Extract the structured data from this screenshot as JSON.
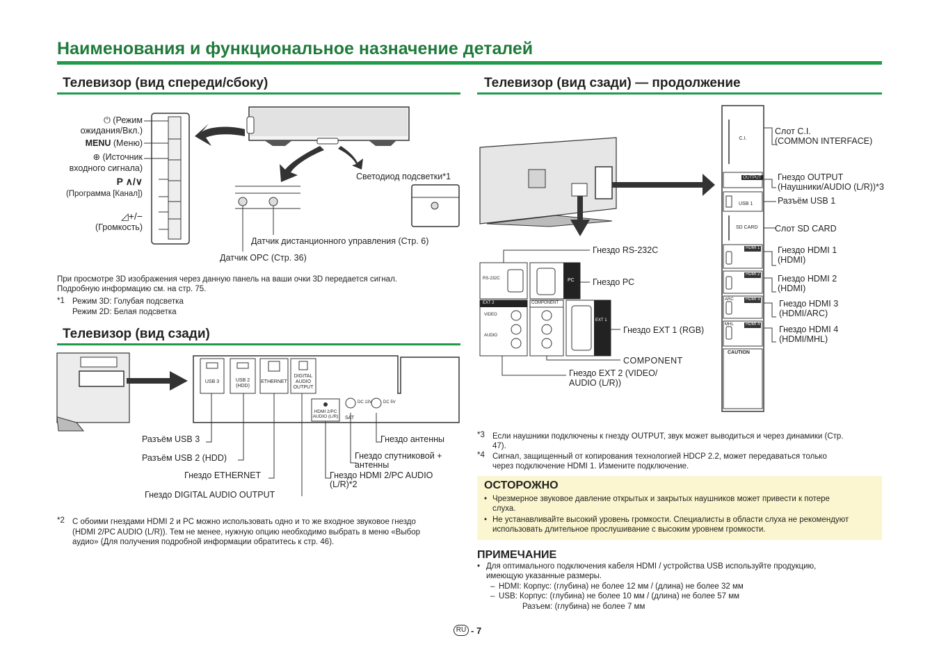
{
  "header": {
    "title": "Наименования и функциональное назначение деталей"
  },
  "front_side": {
    "title": "Телевизор (вид спереди/сбоку)",
    "power": "⏻ (Режим ожидания/Вкл.)",
    "power_line1": "⏻ (Режим",
    "power_line2": "ожидания/Вкл.)",
    "menu_bold": "MENU",
    "menu_rest": "(Меню)",
    "input_line1": "⊕ (Источник",
    "input_line2": "входного сигнала)",
    "prog_line1": "P ∧/∨",
    "prog_line2": "(Программа [Канал])",
    "vol_line1": "◿+/−",
    "vol_line2": "(Громкость)",
    "led_label": "Светодиод подсветки*1",
    "remote_sensor": "Датчик дистанционного управления (Стр. 6)",
    "opc_sensor": "Датчик OPC (Стр. 36)",
    "info_3d": "При просмотре 3D изображения через данную панель на ваши очки 3D передается сигнал. Подробную информацию см. на стр. 75.",
    "info_3d_l1": "При просмотре 3D изображения через данную панель на ваши очки 3D передается сигнал.",
    "info_3d_l2": "Подробную информацию см. на стр. 75.",
    "fn1_mark": "*1",
    "fn1_l1": "Режим 3D: Голубая подсветка",
    "fn1_l2": "Режим 2D: Белая подсветка"
  },
  "rear": {
    "title": "Телевизор (вид сзади)",
    "usb3": "Разъём USB 3",
    "usb2": "Разъём USB 2 (HDD)",
    "ethernet": "Гнездо ETHERNET",
    "digital_audio": "Гнездо DIGITAL AUDIO OUTPUT",
    "antenna": "Гнездо антенны",
    "sat_l1": "Гнездо спутниковой +",
    "sat_l2": "антенны",
    "hdmi2pc_l1": "Гнездо HDMI 2/PC AUDIO",
    "hdmi2pc_l2": "(L/R)*2",
    "panel_usb3": "USB 3",
    "panel_usb2_l1": "USB 2",
    "panel_usb2_l2": "(HDD)",
    "panel_eth": "ETHERNET",
    "panel_dig_l1": "DIGITAL",
    "panel_dig_l2": "AUDIO",
    "panel_dig_l3": "OUTPUT",
    "panel_hdmipc_l1": "HDMI 2/PC",
    "panel_hdmipc_l2": "AUDIO (L/R)",
    "panel_sat": "SAT",
    "panel_dc1": "DC 13V",
    "panel_dc2": "DC 5V",
    "fn2_mark": "*2",
    "fn2_l1": "С обоими гнездами HDMI 2 и PC можно использовать одно и то же входное звуковое гнездо",
    "fn2_l2": "(HDMI 2/PC AUDIO (L/R)). Тем не менее, нужную опцию необходимо выбрать в меню «Выбор",
    "fn2_l3": "аудио» (Для получения подробной информации обратитесь к стр. 46)."
  },
  "rear_cont": {
    "title": "Телевизор (вид сзади) — продолжение",
    "ci_l1": "Слот C.I.",
    "ci_l2": "(COMMON INTERFACE)",
    "output_l1": "Гнездо OUTPUT",
    "output_l2": "(Наушники/AUDIO (L/R))*3",
    "usb1": "Разъём USB 1",
    "sd": "Слот SD CARD",
    "hdmi1_l1": "Гнездо HDMI 1",
    "hdmi1_l2": "(HDMI)",
    "hdmi2_l1": "Гнездо HDMI 2",
    "hdmi2_l2": "(HDMI)",
    "hdmi3_l1": "Гнездо HDMI 3",
    "hdmi3_l2": "(HDMI/ARC)",
    "hdmi4_l1": "Гнездо HDMI 4",
    "hdmi4_l2": "(HDMI/MHL)",
    "rs232": "Гнездо RS-232C",
    "pc": "Гнездо PC",
    "ext1": "Гнездо EXT 1 (RGB)",
    "component": "COMPONENT",
    "ext2_l1": "Гнездо EXT 2 (VIDEO/",
    "ext2_l2": "AUDIO (L/R))",
    "panel_ci": "C.I.",
    "panel_output": "OUTPUT",
    "panel_usb1": "USB 1",
    "panel_sd": "SD CARD",
    "panel_hdmi1": "HDMI 1",
    "panel_hdmi2": "HDMI 2",
    "panel_hdmi3": "HDMI 3",
    "panel_hdmi4": "HDMI 4",
    "panel_arc": "ARC",
    "panel_mhl": "MHL",
    "panel_caution": "CAUTION",
    "panel_ext2": "EXT 2",
    "panel_component": "COMPONENT",
    "panel_video": "VIDEO",
    "panel_audio": "AUDIO",
    "panel_ext1": "EXT 1",
    "panel_pc": "PC",
    "panel_rs": "RS-232C",
    "fn3_mark": "*3",
    "fn3_l1": "Если наушники подключены к гнезду OUTPUT, звук может выводиться и через динамики (Стр.",
    "fn3_l2": "47).",
    "fn4_mark": "*4",
    "fn4_l1": "Сигнал, защищенный от копирования технологией HDCP 2.2, может передаваться только",
    "fn4_l2": "через подключение HDMI 1. Измените подключение."
  },
  "caution": {
    "title": "ОСТОРОЖНО",
    "b1_l1": "Чрезмерное звуковое давление открытых и закрытых наушников может привести к потере",
    "b1_l2": "слуха.",
    "b2_l1": "Не устанавливайте высокий уровень громкости. Специалисты в области слуха не рекомендуют",
    "b2_l2": "использовать длительное прослушивание с высоким уровнем громкости."
  },
  "note": {
    "title": "ПРИМЕЧАНИЕ",
    "l1": "Для оптимального подключения кабеля HDMI / устройства USB используйте продукцию,",
    "l2": "имеющую указанные размеры.",
    "l3": "HDMI: Корпус: (глубина) не более 12 мм / (длина) не более 32 мм",
    "l4": "USB: Корпус: (глубина) не более 10 мм / (длина) не более 57 мм",
    "l5": "Разъем: (глубина) не более 7 мм"
  },
  "footer": {
    "lang": "RU",
    "page": "- 7"
  },
  "colors": {
    "accent": "#1f9a47",
    "title": "#1f7a3c",
    "caution_bg": "#fbf6cf"
  }
}
